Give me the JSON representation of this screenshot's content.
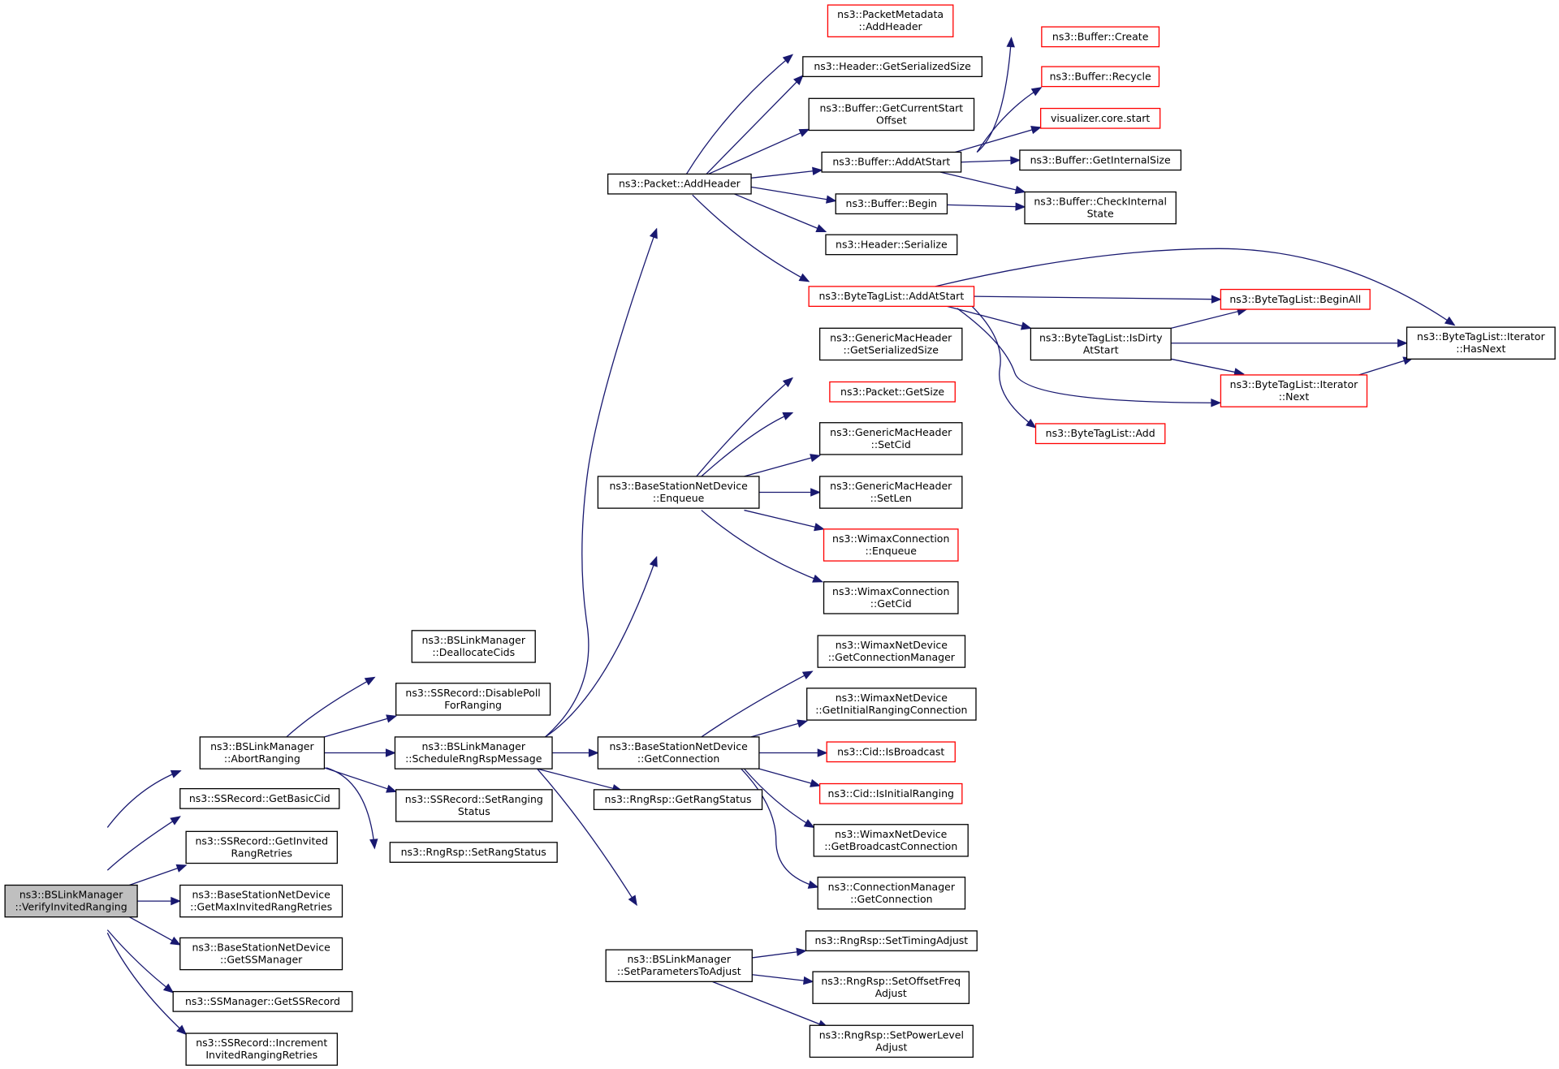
{
  "colors": {
    "edge": "#191970",
    "node_border": "#000000",
    "node_border_truncated": "#ff0000",
    "root_fill": "#bfbfbf",
    "background": "#ffffff"
  },
  "nodes": [
    {
      "id": "verify",
      "lines": [
        "ns3::BSLinkManager",
        "::VerifyInvitedRanging"
      ],
      "style": "root"
    },
    {
      "id": "abort",
      "lines": [
        "ns3::BSLinkManager",
        "::AbortRanging"
      ],
      "style": "normal"
    },
    {
      "id": "getbasiccid",
      "lines": [
        "ns3::SSRecord::GetBasicCid"
      ],
      "style": "normal"
    },
    {
      "id": "getinvited",
      "lines": [
        "ns3::SSRecord::GetInvited",
        "RangRetries"
      ],
      "style": "normal"
    },
    {
      "id": "getmaxinvited",
      "lines": [
        "ns3::BaseStationNetDevice",
        "::GetMaxInvitedRangRetries"
      ],
      "style": "normal"
    },
    {
      "id": "getssmanager",
      "lines": [
        "ns3::BaseStationNetDevice",
        "::GetSSManager"
      ],
      "style": "normal"
    },
    {
      "id": "getssrecord",
      "lines": [
        "ns3::SSManager::GetSSRecord"
      ],
      "style": "normal"
    },
    {
      "id": "increment",
      "lines": [
        "ns3::SSRecord::Increment",
        "InvitedRangingRetries"
      ],
      "style": "normal"
    },
    {
      "id": "dealloc",
      "lines": [
        "ns3::BSLinkManager",
        "::DeallocateCids"
      ],
      "style": "normal"
    },
    {
      "id": "disablepoll",
      "lines": [
        "ns3::SSRecord::DisablePoll",
        "ForRanging"
      ],
      "style": "normal"
    },
    {
      "id": "schedule",
      "lines": [
        "ns3::BSLinkManager",
        "::ScheduleRngRspMessage"
      ],
      "style": "normal"
    },
    {
      "id": "setrangingstatus",
      "lines": [
        "ns3::SSRecord::SetRanging",
        "Status"
      ],
      "style": "normal"
    },
    {
      "id": "setrangstatus",
      "lines": [
        "ns3::RngRsp::SetRangStatus"
      ],
      "style": "normal"
    },
    {
      "id": "addheader",
      "lines": [
        "ns3::Packet::AddHeader"
      ],
      "style": "normal"
    },
    {
      "id": "enqueue",
      "lines": [
        "ns3::BaseStationNetDevice",
        "::Enqueue"
      ],
      "style": "normal"
    },
    {
      "id": "getconnection",
      "lines": [
        "ns3::BaseStationNetDevice",
        "::GetConnection"
      ],
      "style": "normal"
    },
    {
      "id": "getrangstatus",
      "lines": [
        "ns3::RngRsp::GetRangStatus"
      ],
      "style": "normal"
    },
    {
      "id": "setparams",
      "lines": [
        "ns3::BSLinkManager",
        "::SetParametersToAdjust"
      ],
      "style": "normal"
    },
    {
      "id": "pm_addheader",
      "lines": [
        "ns3::PacketMetadata",
        "::AddHeader"
      ],
      "style": "truncated"
    },
    {
      "id": "hdr_getser",
      "lines": [
        "ns3::Header::GetSerializedSize"
      ],
      "style": "normal"
    },
    {
      "id": "buf_getcur",
      "lines": [
        "ns3::Buffer::GetCurrentStart",
        "Offset"
      ],
      "style": "normal"
    },
    {
      "id": "buf_addatstart",
      "lines": [
        "ns3::Buffer::AddAtStart"
      ],
      "style": "normal"
    },
    {
      "id": "buf_begin",
      "lines": [
        "ns3::Buffer::Begin"
      ],
      "style": "normal"
    },
    {
      "id": "hdr_serialize",
      "lines": [
        "ns3::Header::Serialize"
      ],
      "style": "normal"
    },
    {
      "id": "btl_addatstart",
      "lines": [
        "ns3::ByteTagList::AddAtStart"
      ],
      "style": "truncated"
    },
    {
      "id": "buf_create",
      "lines": [
        "ns3::Buffer::Create"
      ],
      "style": "truncated"
    },
    {
      "id": "buf_recycle",
      "lines": [
        "ns3::Buffer::Recycle"
      ],
      "style": "truncated"
    },
    {
      "id": "viz_start",
      "lines": [
        "visualizer.core.start"
      ],
      "style": "truncated"
    },
    {
      "id": "buf_getinternal",
      "lines": [
        "ns3::Buffer::GetInternalSize"
      ],
      "style": "normal"
    },
    {
      "id": "buf_checkinternal",
      "lines": [
        "ns3::Buffer::CheckInternal",
        "State"
      ],
      "style": "normal"
    },
    {
      "id": "btl_beginall",
      "lines": [
        "ns3::ByteTagList::BeginAll"
      ],
      "style": "truncated"
    },
    {
      "id": "btl_isdirty",
      "lines": [
        "ns3::ByteTagList::IsDirty",
        "AtStart"
      ],
      "style": "normal"
    },
    {
      "id": "btl_it_hasnext",
      "lines": [
        "ns3::ByteTagList::Iterator",
        "::HasNext"
      ],
      "style": "normal"
    },
    {
      "id": "btl_it_next",
      "lines": [
        "ns3::ByteTagList::Iterator",
        "::Next"
      ],
      "style": "truncated"
    },
    {
      "id": "btl_add",
      "lines": [
        "ns3::ByteTagList::Add"
      ],
      "style": "truncated"
    },
    {
      "id": "gmh_getser",
      "lines": [
        "ns3::GenericMacHeader",
        "::GetSerializedSize"
      ],
      "style": "normal"
    },
    {
      "id": "pkt_getsize",
      "lines": [
        "ns3::Packet::GetSize"
      ],
      "style": "truncated"
    },
    {
      "id": "gmh_setcid",
      "lines": [
        "ns3::GenericMacHeader",
        "::SetCid"
      ],
      "style": "normal"
    },
    {
      "id": "gmh_setlen",
      "lines": [
        "ns3::GenericMacHeader",
        "::SetLen"
      ],
      "style": "normal"
    },
    {
      "id": "wc_enqueue",
      "lines": [
        "ns3::WimaxConnection",
        "::Enqueue"
      ],
      "style": "truncated"
    },
    {
      "id": "wc_getcid",
      "lines": [
        "ns3::WimaxConnection",
        "::GetCid"
      ],
      "style": "normal"
    },
    {
      "id": "wnd_getconnmgr",
      "lines": [
        "ns3::WimaxNetDevice",
        "::GetConnectionManager"
      ],
      "style": "normal"
    },
    {
      "id": "wnd_getinitial",
      "lines": [
        "ns3::WimaxNetDevice",
        "::GetInitialRangingConnection"
      ],
      "style": "normal"
    },
    {
      "id": "cid_isbroadcast",
      "lines": [
        "ns3::Cid::IsBroadcast"
      ],
      "style": "truncated"
    },
    {
      "id": "cid_isinitial",
      "lines": [
        "ns3::Cid::IsInitialRanging"
      ],
      "style": "truncated"
    },
    {
      "id": "wnd_getbroadcast",
      "lines": [
        "ns3::WimaxNetDevice",
        "::GetBroadcastConnection"
      ],
      "style": "normal"
    },
    {
      "id": "cm_getconnection",
      "lines": [
        "ns3::ConnectionManager",
        "::GetConnection"
      ],
      "style": "normal"
    },
    {
      "id": "rr_settiming",
      "lines": [
        "ns3::RngRsp::SetTimingAdjust"
      ],
      "style": "normal"
    },
    {
      "id": "rr_setoffset",
      "lines": [
        "ns3::RngRsp::SetOffsetFreq",
        "Adjust"
      ],
      "style": "normal"
    },
    {
      "id": "rr_setpower",
      "lines": [
        "ns3::RngRsp::SetPowerLevel",
        "Adjust"
      ],
      "style": "normal"
    }
  ],
  "edges": [
    [
      "verify",
      "abort"
    ],
    [
      "verify",
      "getbasiccid"
    ],
    [
      "verify",
      "getinvited"
    ],
    [
      "verify",
      "getmaxinvited"
    ],
    [
      "verify",
      "getssmanager"
    ],
    [
      "verify",
      "getssrecord"
    ],
    [
      "verify",
      "increment"
    ],
    [
      "abort",
      "dealloc"
    ],
    [
      "abort",
      "disablepoll"
    ],
    [
      "abort",
      "schedule"
    ],
    [
      "abort",
      "setrangingstatus"
    ],
    [
      "abort",
      "setrangstatus"
    ],
    [
      "schedule",
      "addheader"
    ],
    [
      "schedule",
      "enqueue"
    ],
    [
      "schedule",
      "getconnection"
    ],
    [
      "schedule",
      "getrangstatus"
    ],
    [
      "schedule",
      "setparams"
    ],
    [
      "addheader",
      "pm_addheader"
    ],
    [
      "addheader",
      "hdr_getser"
    ],
    [
      "addheader",
      "buf_getcur"
    ],
    [
      "addheader",
      "buf_addatstart"
    ],
    [
      "addheader",
      "buf_begin"
    ],
    [
      "addheader",
      "hdr_serialize"
    ],
    [
      "addheader",
      "btl_addatstart"
    ],
    [
      "buf_addatstart",
      "buf_create"
    ],
    [
      "buf_addatstart",
      "buf_recycle"
    ],
    [
      "buf_addatstart",
      "viz_start"
    ],
    [
      "buf_addatstart",
      "buf_getinternal"
    ],
    [
      "buf_addatstart",
      "buf_checkinternal"
    ],
    [
      "buf_begin",
      "buf_checkinternal"
    ],
    [
      "btl_addatstart",
      "btl_beginall"
    ],
    [
      "btl_addatstart",
      "btl_isdirty"
    ],
    [
      "btl_addatstart",
      "btl_it_hasnext"
    ],
    [
      "btl_addatstart",
      "btl_it_next"
    ],
    [
      "btl_addatstart",
      "btl_add"
    ],
    [
      "btl_isdirty",
      "btl_beginall"
    ],
    [
      "btl_isdirty",
      "btl_it_hasnext"
    ],
    [
      "btl_isdirty",
      "btl_it_next"
    ],
    [
      "btl_it_next",
      "btl_it_hasnext"
    ],
    [
      "enqueue",
      "gmh_getser"
    ],
    [
      "enqueue",
      "pkt_getsize"
    ],
    [
      "enqueue",
      "gmh_setcid"
    ],
    [
      "enqueue",
      "gmh_setlen"
    ],
    [
      "enqueue",
      "wc_enqueue"
    ],
    [
      "enqueue",
      "wc_getcid"
    ],
    [
      "getconnection",
      "wnd_getconnmgr"
    ],
    [
      "getconnection",
      "wnd_getinitial"
    ],
    [
      "getconnection",
      "cid_isbroadcast"
    ],
    [
      "getconnection",
      "cid_isinitial"
    ],
    [
      "getconnection",
      "wnd_getbroadcast"
    ],
    [
      "getconnection",
      "cm_getconnection"
    ],
    [
      "setparams",
      "rr_settiming"
    ],
    [
      "setparams",
      "rr_setoffset"
    ],
    [
      "setparams",
      "rr_setpower"
    ]
  ]
}
